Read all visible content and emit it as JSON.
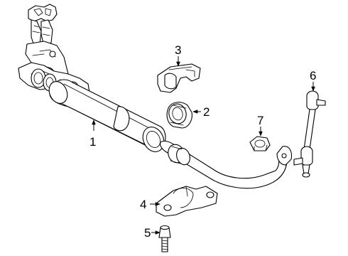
{
  "callouts": [
    {
      "id": "1",
      "part": "stabilizer-bar-bushing-housing"
    },
    {
      "id": "2",
      "part": "stabilizer-bar-bushing"
    },
    {
      "id": "3",
      "part": "bushing-bracket-upper"
    },
    {
      "id": "4",
      "part": "bushing-bracket-lower"
    },
    {
      "id": "5",
      "part": "bolt"
    },
    {
      "id": "6",
      "part": "stabilizer-link"
    },
    {
      "id": "7",
      "part": "nut"
    }
  ],
  "colors": {
    "line": "#000000",
    "background": "#ffffff"
  }
}
